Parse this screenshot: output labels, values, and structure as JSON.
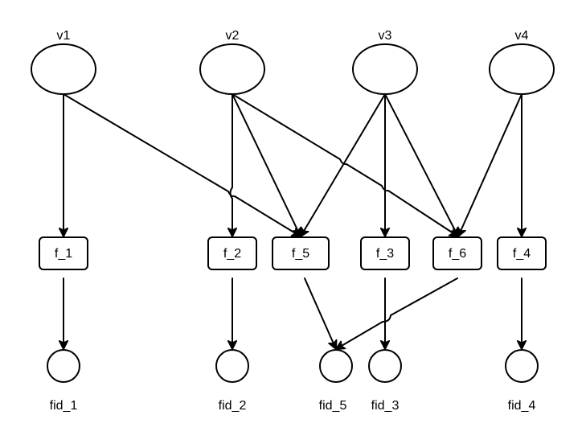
{
  "diagram": {
    "variables": [
      {
        "id": "v1",
        "label": "v1"
      },
      {
        "id": "v2",
        "label": "v2"
      },
      {
        "id": "v3",
        "label": "v3"
      },
      {
        "id": "v4",
        "label": "v4"
      }
    ],
    "functions": [
      {
        "id": "f_1",
        "label": "f_1"
      },
      {
        "id": "f_2",
        "label": "f_2"
      },
      {
        "id": "f_5",
        "label": "f_5"
      },
      {
        "id": "f_3",
        "label": "f_3"
      },
      {
        "id": "f_6",
        "label": "f_6"
      },
      {
        "id": "f_4",
        "label": "f_4"
      }
    ],
    "outputs": [
      {
        "id": "fid_1",
        "label": "fid_1"
      },
      {
        "id": "fid_2",
        "label": "fid_2"
      },
      {
        "id": "fid_5",
        "label": "fid_5"
      },
      {
        "id": "fid_3",
        "label": "fid_3"
      },
      {
        "id": "fid_4",
        "label": "fid_4"
      }
    ],
    "edges": [
      {
        "from": "v1",
        "to": "f_1"
      },
      {
        "from": "v1",
        "to": "f_5"
      },
      {
        "from": "v2",
        "to": "f_2"
      },
      {
        "from": "v2",
        "to": "f_5"
      },
      {
        "from": "v2",
        "to": "f_6"
      },
      {
        "from": "v3",
        "to": "f_5"
      },
      {
        "from": "v3",
        "to": "f_3"
      },
      {
        "from": "v3",
        "to": "f_6"
      },
      {
        "from": "v4",
        "to": "f_6"
      },
      {
        "from": "v4",
        "to": "f_4"
      },
      {
        "from": "f_1",
        "to": "fid_1"
      },
      {
        "from": "f_2",
        "to": "fid_2"
      },
      {
        "from": "f_5",
        "to": "fid_5"
      },
      {
        "from": "f_6",
        "to": "fid_5"
      },
      {
        "from": "f_3",
        "to": "fid_3"
      },
      {
        "from": "f_4",
        "to": "fid_4"
      }
    ]
  }
}
